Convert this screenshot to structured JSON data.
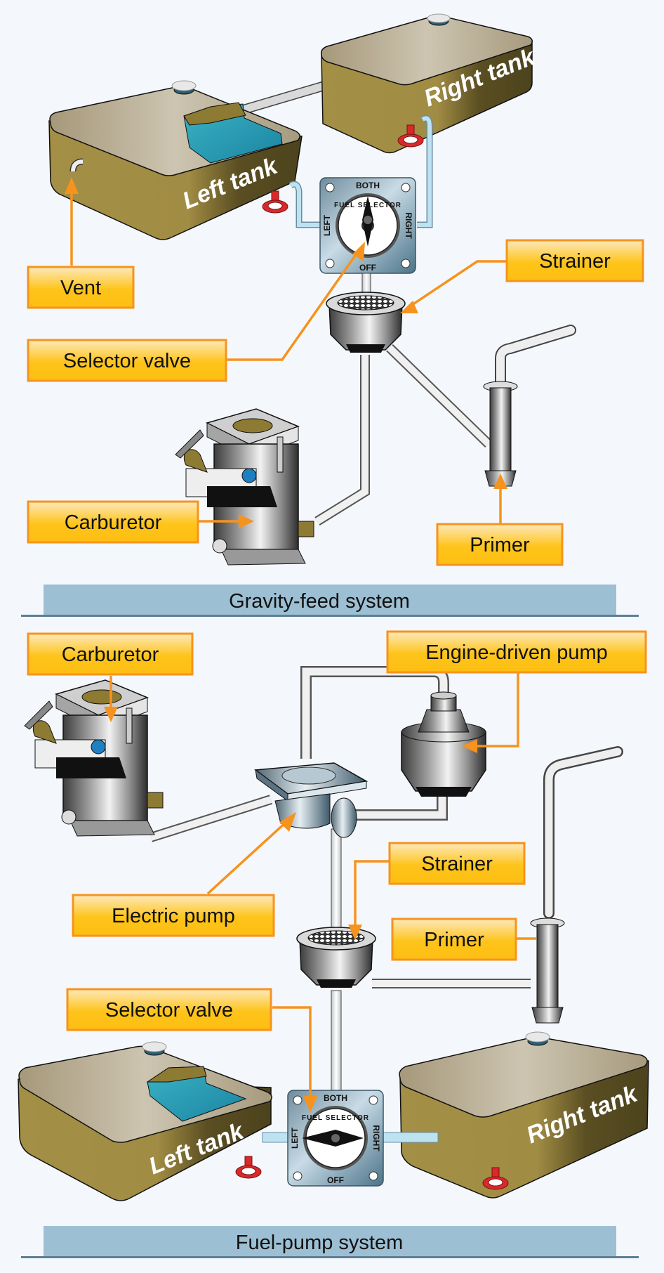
{
  "diagrams": [
    {
      "caption": "Gravity-feed system",
      "labels": {
        "vent": "Vent",
        "selector_valve": "Selector valve",
        "strainer": "Strainer",
        "carburetor": "Carburetor",
        "primer": "Primer"
      },
      "tanks": {
        "left": "Left tank",
        "right": "Right tank"
      },
      "selector_dial": {
        "top": "BOTH",
        "left": "LEFT",
        "right": "RIGHT",
        "bottom": "OFF",
        "face": "FUEL SELECTOR",
        "position": "OFF"
      }
    },
    {
      "caption": "Fuel-pump system",
      "labels": {
        "carburetor": "Carburetor",
        "engine_driven_pump": "Engine-driven pump",
        "electric_pump": "Electric pump",
        "strainer": "Strainer",
        "primer": "Primer",
        "selector_valve": "Selector valve"
      },
      "tanks": {
        "left": "Left tank",
        "right": "Right tank"
      },
      "selector_dial": {
        "top": "BOTH",
        "left": "LEFT",
        "right": "RIGHT",
        "bottom": "OFF",
        "face": "FUEL SELECTOR",
        "position": "LEFT"
      }
    }
  ],
  "colors": {
    "background": "#f4f8fc",
    "label_fill_top": "#fde7b0",
    "label_fill_bottom": "#fec416",
    "label_border": "#f6931e",
    "caption_band": "#9dbfd3",
    "caption_rule": "#5c7f94",
    "tank_side": "#a38f45",
    "tank_side_dark": "#4f4520",
    "tank_top": "#c8bfa8",
    "fuel": "#2a9fb5",
    "valve_red": "#d9292b",
    "plate": "#8fb1c4"
  }
}
